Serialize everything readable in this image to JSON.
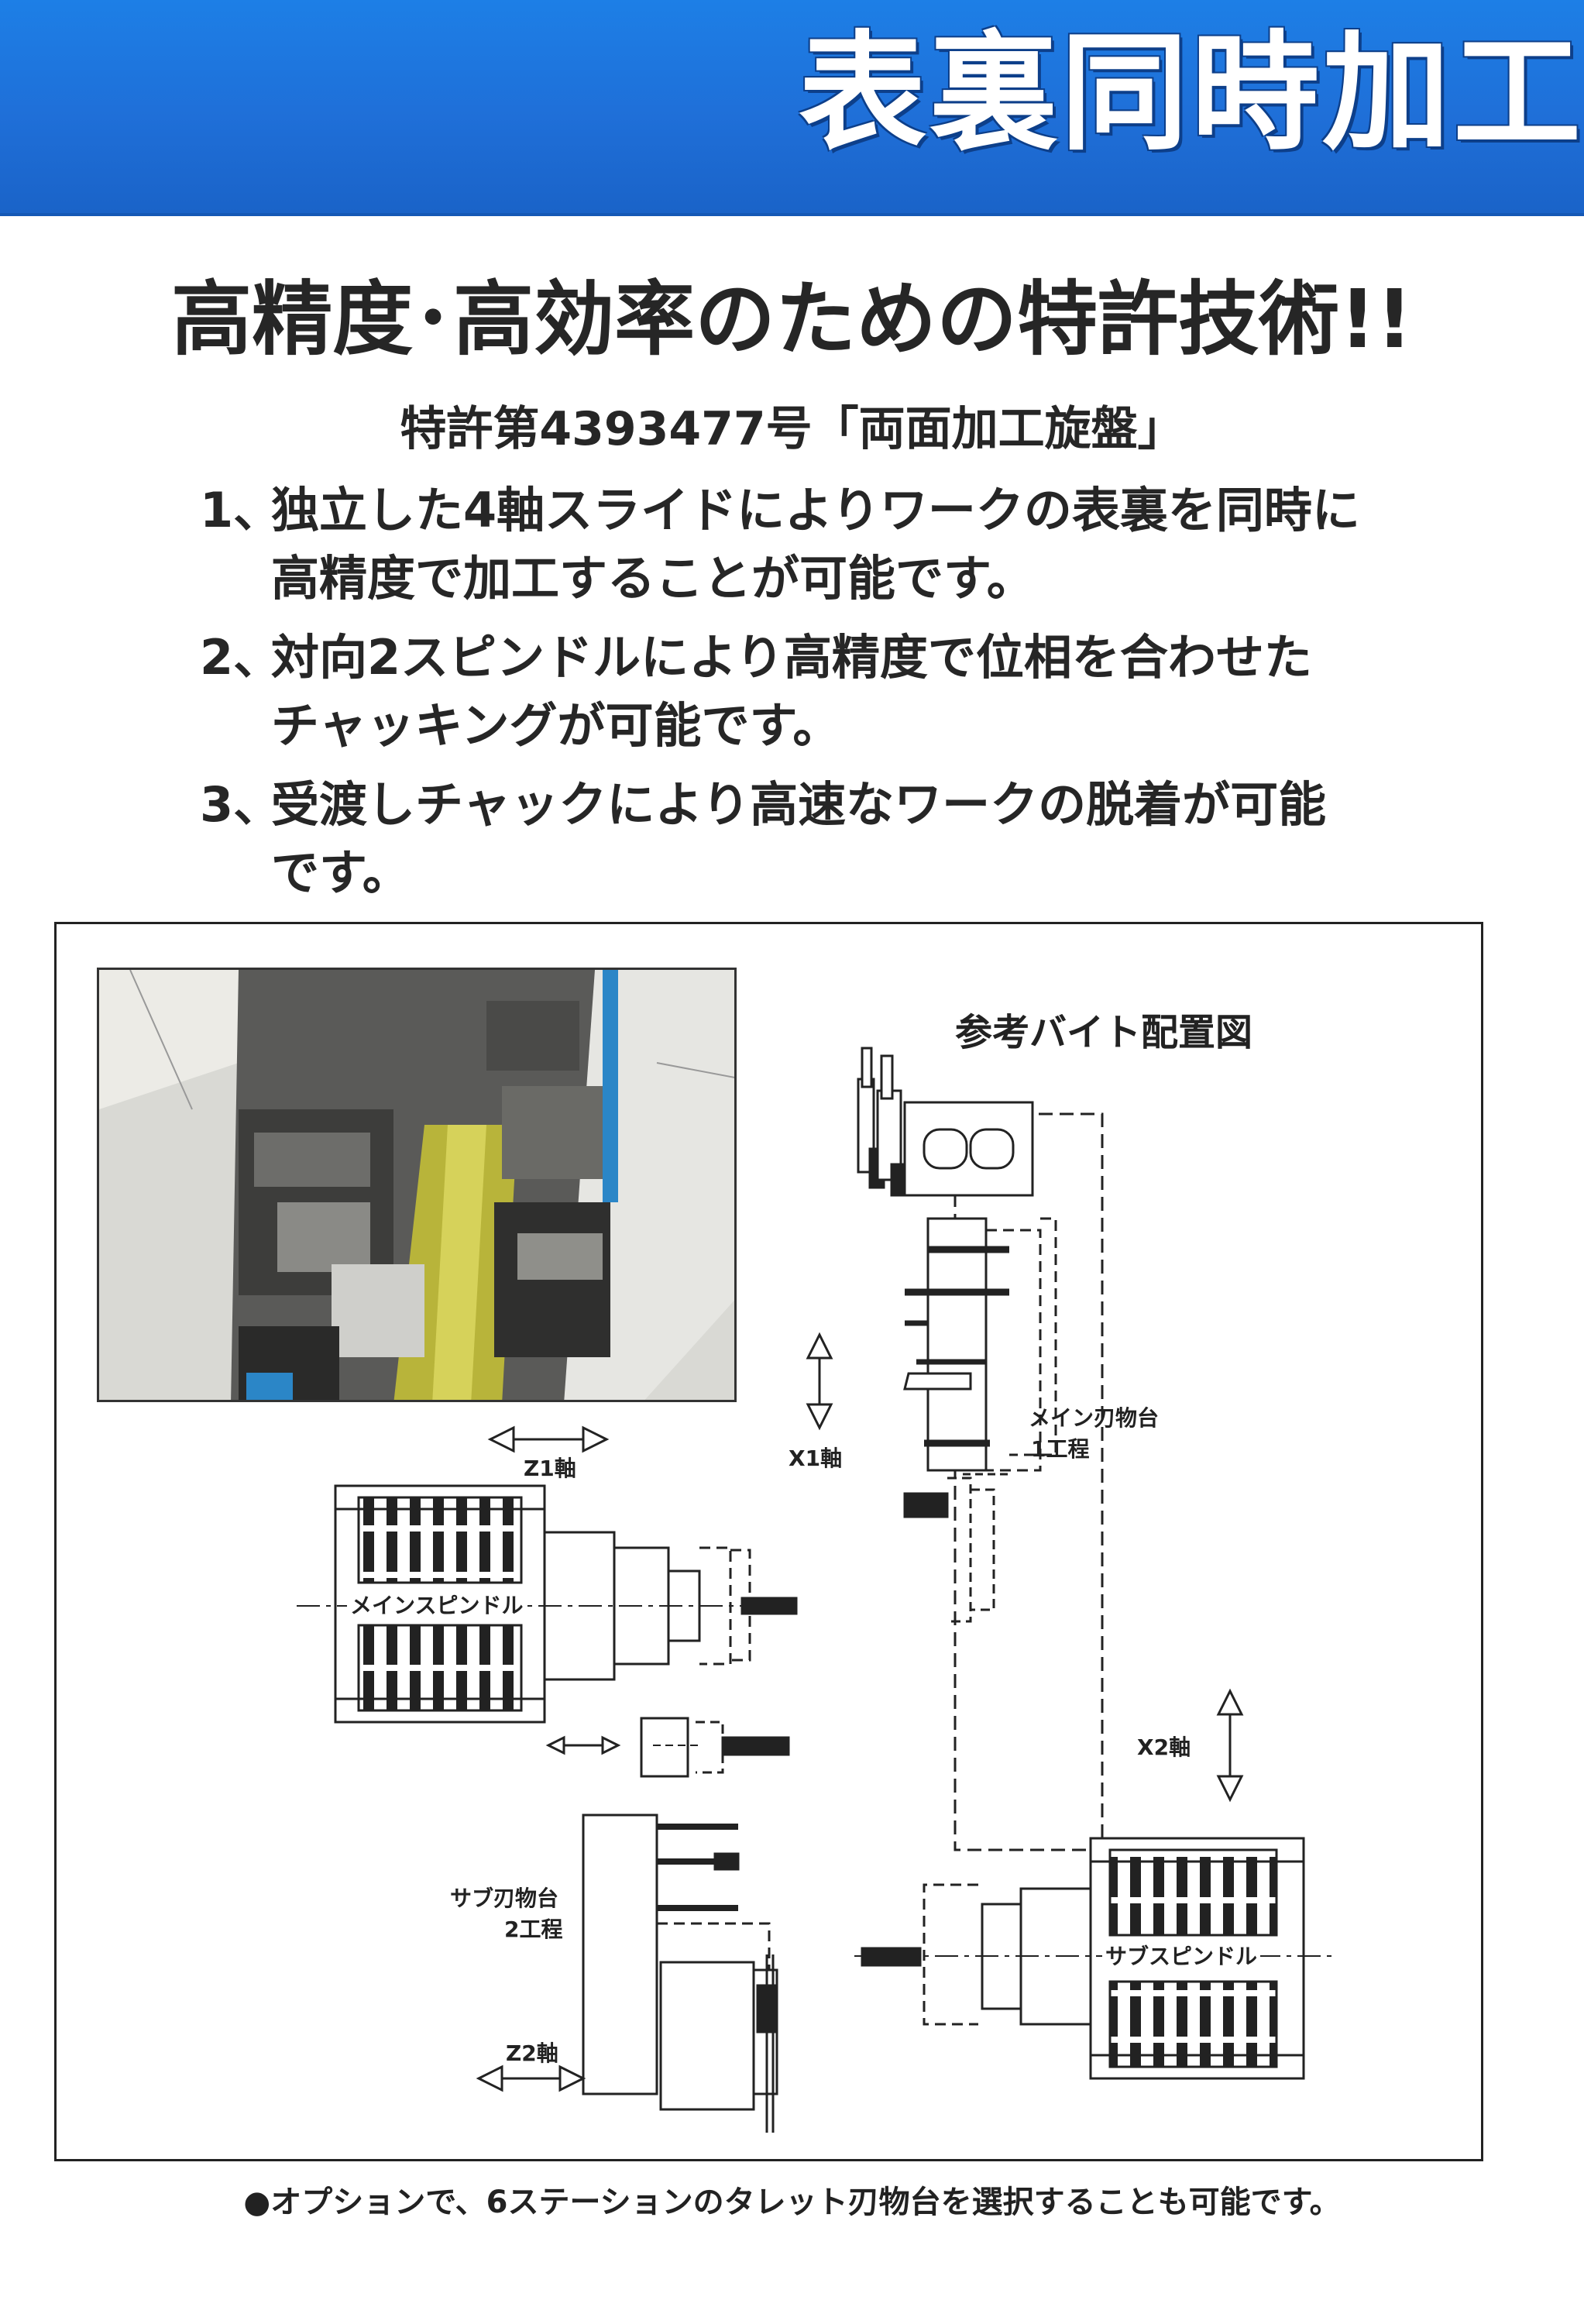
{
  "banner": {
    "title": "表裏同時加工"
  },
  "headline": "高精度･高効率のための特許技術!!",
  "patent": "特許第4393477号「両面加工旋盤」",
  "features": [
    {
      "num": "1、",
      "lines": [
        "独立した4軸スライドによりワークの表裏を同時に",
        "高精度で加工することが可能です。"
      ]
    },
    {
      "num": "2、",
      "lines": [
        "対向2スピンドルにより高精度で位相を合わせた",
        "チャッキングが可能です。"
      ]
    },
    {
      "num": "3、",
      "lines": [
        "受渡しチャックにより高速なワークの脱着が可能",
        "です。"
      ]
    }
  ],
  "diagram": {
    "title": "参考バイト配置図",
    "labels": {
      "z1": "Z1軸",
      "x1": "X1軸",
      "x2": "X2軸",
      "z2": "Z2軸",
      "main_spindle": "メインスピンドル",
      "sub_spindle": "サブスピンドル",
      "main_tool_rest": "メイン刃物台",
      "main_process": "1工程",
      "sub_tool_rest": "サブ刃物台",
      "sub_process": "2工程"
    }
  },
  "footnote": "●オプションで、6ステーションのタレット刃物台を選択することも可能です。",
  "colors": {
    "banner": "#1f6fd8",
    "banner_text": "#ffffff",
    "text": "#262626"
  }
}
